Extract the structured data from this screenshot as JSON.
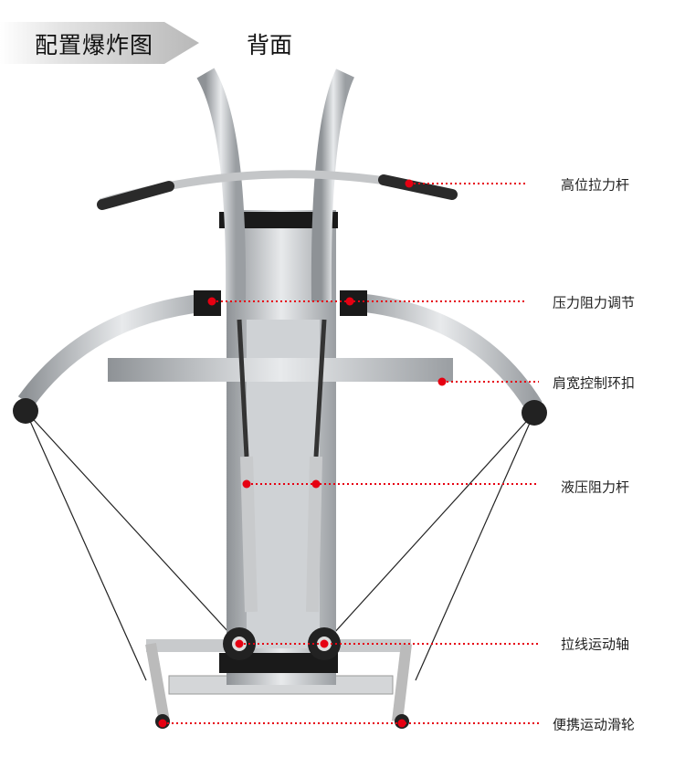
{
  "header": {
    "banner_title": "配置爆炸图",
    "view_title": "背面"
  },
  "callouts": [
    {
      "label": "高位拉力杆"
    },
    {
      "label": "压力阻力调节"
    },
    {
      "label": "肩宽控制环扣"
    },
    {
      "label": "液压阻力杆"
    },
    {
      "label": "拉线运动轴"
    },
    {
      "label": "便携运动滑轮"
    }
  ],
  "colors": {
    "accent": "#e60012",
    "frame": "#b9bcc0",
    "grip": "#2a2a2a"
  }
}
